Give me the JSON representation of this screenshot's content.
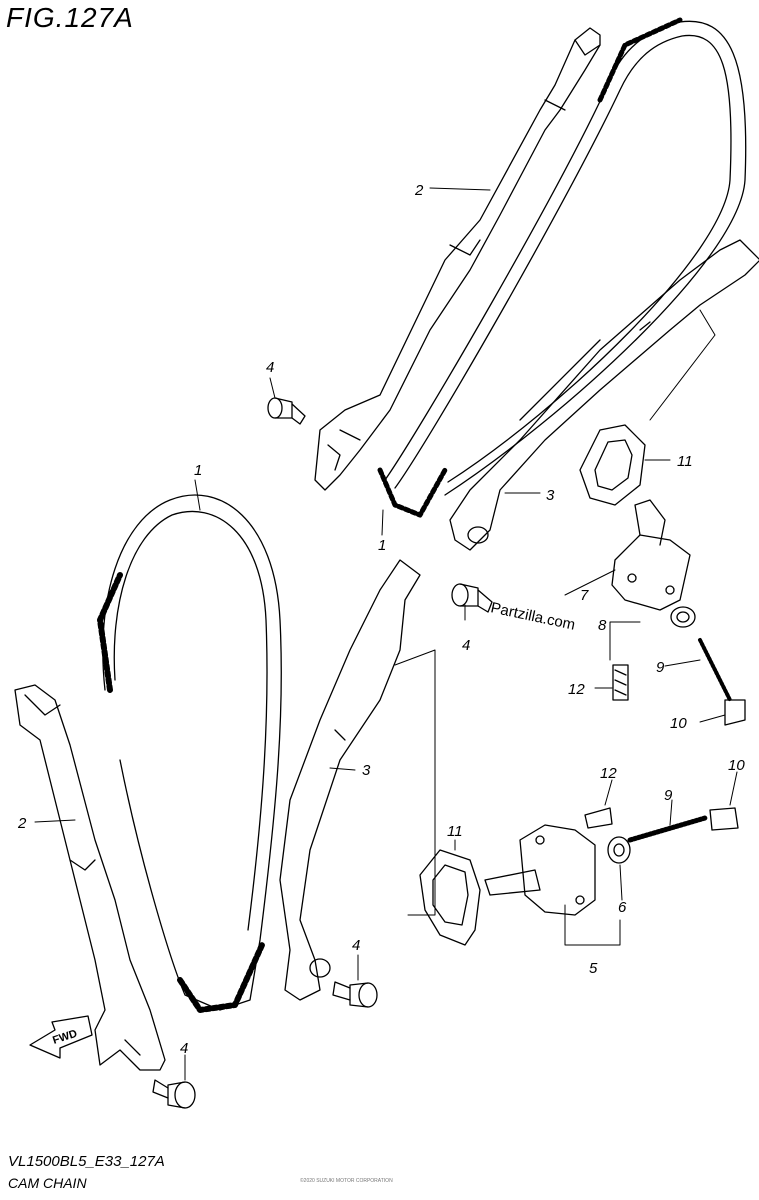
{
  "header": {
    "title": "FIG.127A"
  },
  "caption": {
    "code": "VL1500BL5_E33_127A",
    "name": "CAM CHAIN"
  },
  "footer": {
    "copyright": "©2020 SUZUKI MOTOR CORPORATION"
  },
  "watermark": {
    "text": "Partzilla.com"
  },
  "badge": {
    "fwd": "FWD"
  },
  "callouts": {
    "c1a": "1",
    "c1b": "1",
    "c2a": "2",
    "c2b": "2",
    "c3a": "3",
    "c3b": "3",
    "c4a": "4",
    "c4b": "4",
    "c4c": "4",
    "c4d": "4",
    "c5": "5",
    "c6": "6",
    "c7": "7",
    "c8": "8",
    "c9a": "9",
    "c9b": "9",
    "c10a": "10",
    "c10b": "10",
    "c11a": "11",
    "c11b": "11",
    "c12a": "12",
    "c12b": "12"
  }
}
